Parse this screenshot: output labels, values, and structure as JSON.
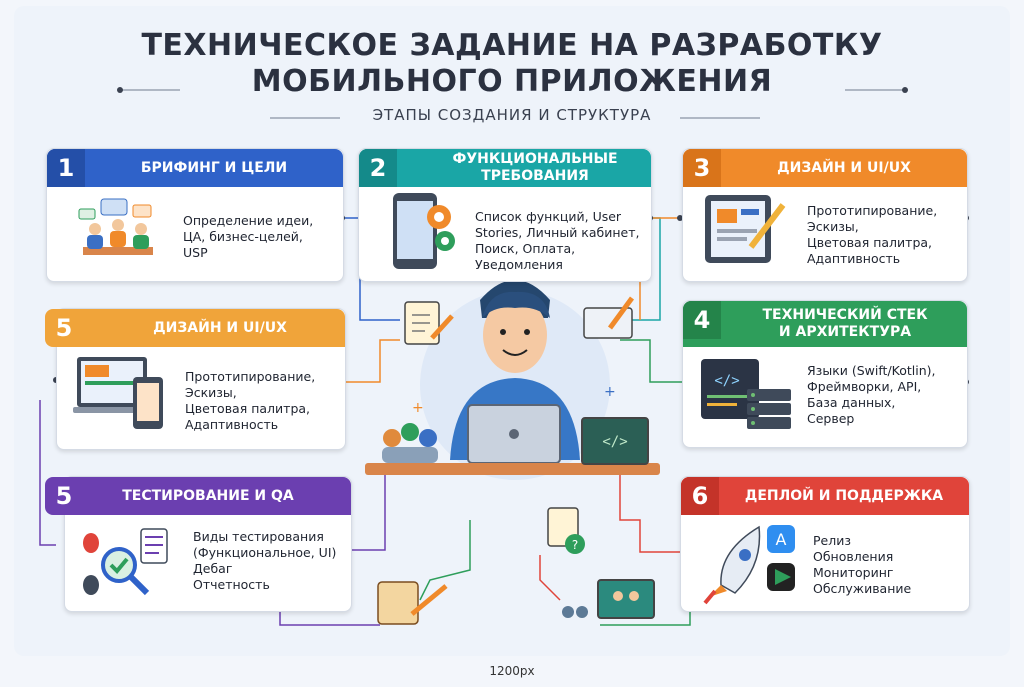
{
  "title_line1": "ТЕХНИЧЕСКОЕ ЗАДАНИЕ НА РАЗРАБОТКУ",
  "title_line2": "МОБИЛЬНОГО ПРИЛОЖЕНИЯ",
  "subtitle": "ЭТАПЫ СОЗДАНИЯ И СТРУКТУРА",
  "footer": "1200px",
  "colors": {
    "blue": "#2f62c9",
    "teal": "#1aa6a6",
    "orange": "#f08a2a",
    "green": "#2e9e5b",
    "purple": "#6b3fb0",
    "red": "#e0443a"
  },
  "cards": [
    {
      "num": "1",
      "title": "БРИФИНГ И ЦЕЛИ",
      "lines": [
        "Определение идеи,",
        "ЦА, бизнес-целей,",
        "USP"
      ],
      "icon": "team-meeting-icon"
    },
    {
      "num": "2",
      "title_lines": [
        "ФУНКЦИОНАЛЬНЫЕ",
        "ТРЕБОВАНИЯ"
      ],
      "lines": [
        "Список функций, User",
        "Stories, Личный кабинет,",
        "Поиск, Оплата,",
        "Уведомления"
      ],
      "icon": "phone-gears-icon"
    },
    {
      "num": "3",
      "title": "ДИЗАЙН И UI/UX",
      "lines": [
        "Прототипирование,",
        "Эскизы,",
        "Цветовая палитра,",
        "Адаптивность"
      ],
      "icon": "tablet-pen-icon"
    },
    {
      "num": "5",
      "title": "ДИЗАЙН И UI/UX",
      "lines": [
        "Прототипирование,",
        "Эскизы,",
        "Цветовая палитра,",
        "Адаптивность"
      ],
      "icon": "devices-icon"
    },
    {
      "num": "4",
      "title_lines": [
        "ТЕХНИЧЕСКИЙ СТЕК",
        "И АРХИТЕКТУРА"
      ],
      "lines": [
        "Языки (Swift/Kotlin),",
        "Фреймворки, API,",
        "База данных,",
        "Сервер"
      ],
      "icon": "code-server-icon"
    },
    {
      "num": "5",
      "title": "ТЕСТИРОВАНИЕ И QA",
      "lines": [
        "Виды тестирования",
        "(Функциональное, UI)",
        "Дебаг",
        "Отчетность"
      ],
      "icon": "bug-magnifier-icon"
    },
    {
      "num": "6",
      "title": "ДЕПЛОЙ И ПОДДЕРЖКА",
      "lines": [
        "Релиз",
        "Обновления",
        "Мониторинг",
        "Обслуживание"
      ],
      "icon": "rocket-stores-icon"
    }
  ]
}
